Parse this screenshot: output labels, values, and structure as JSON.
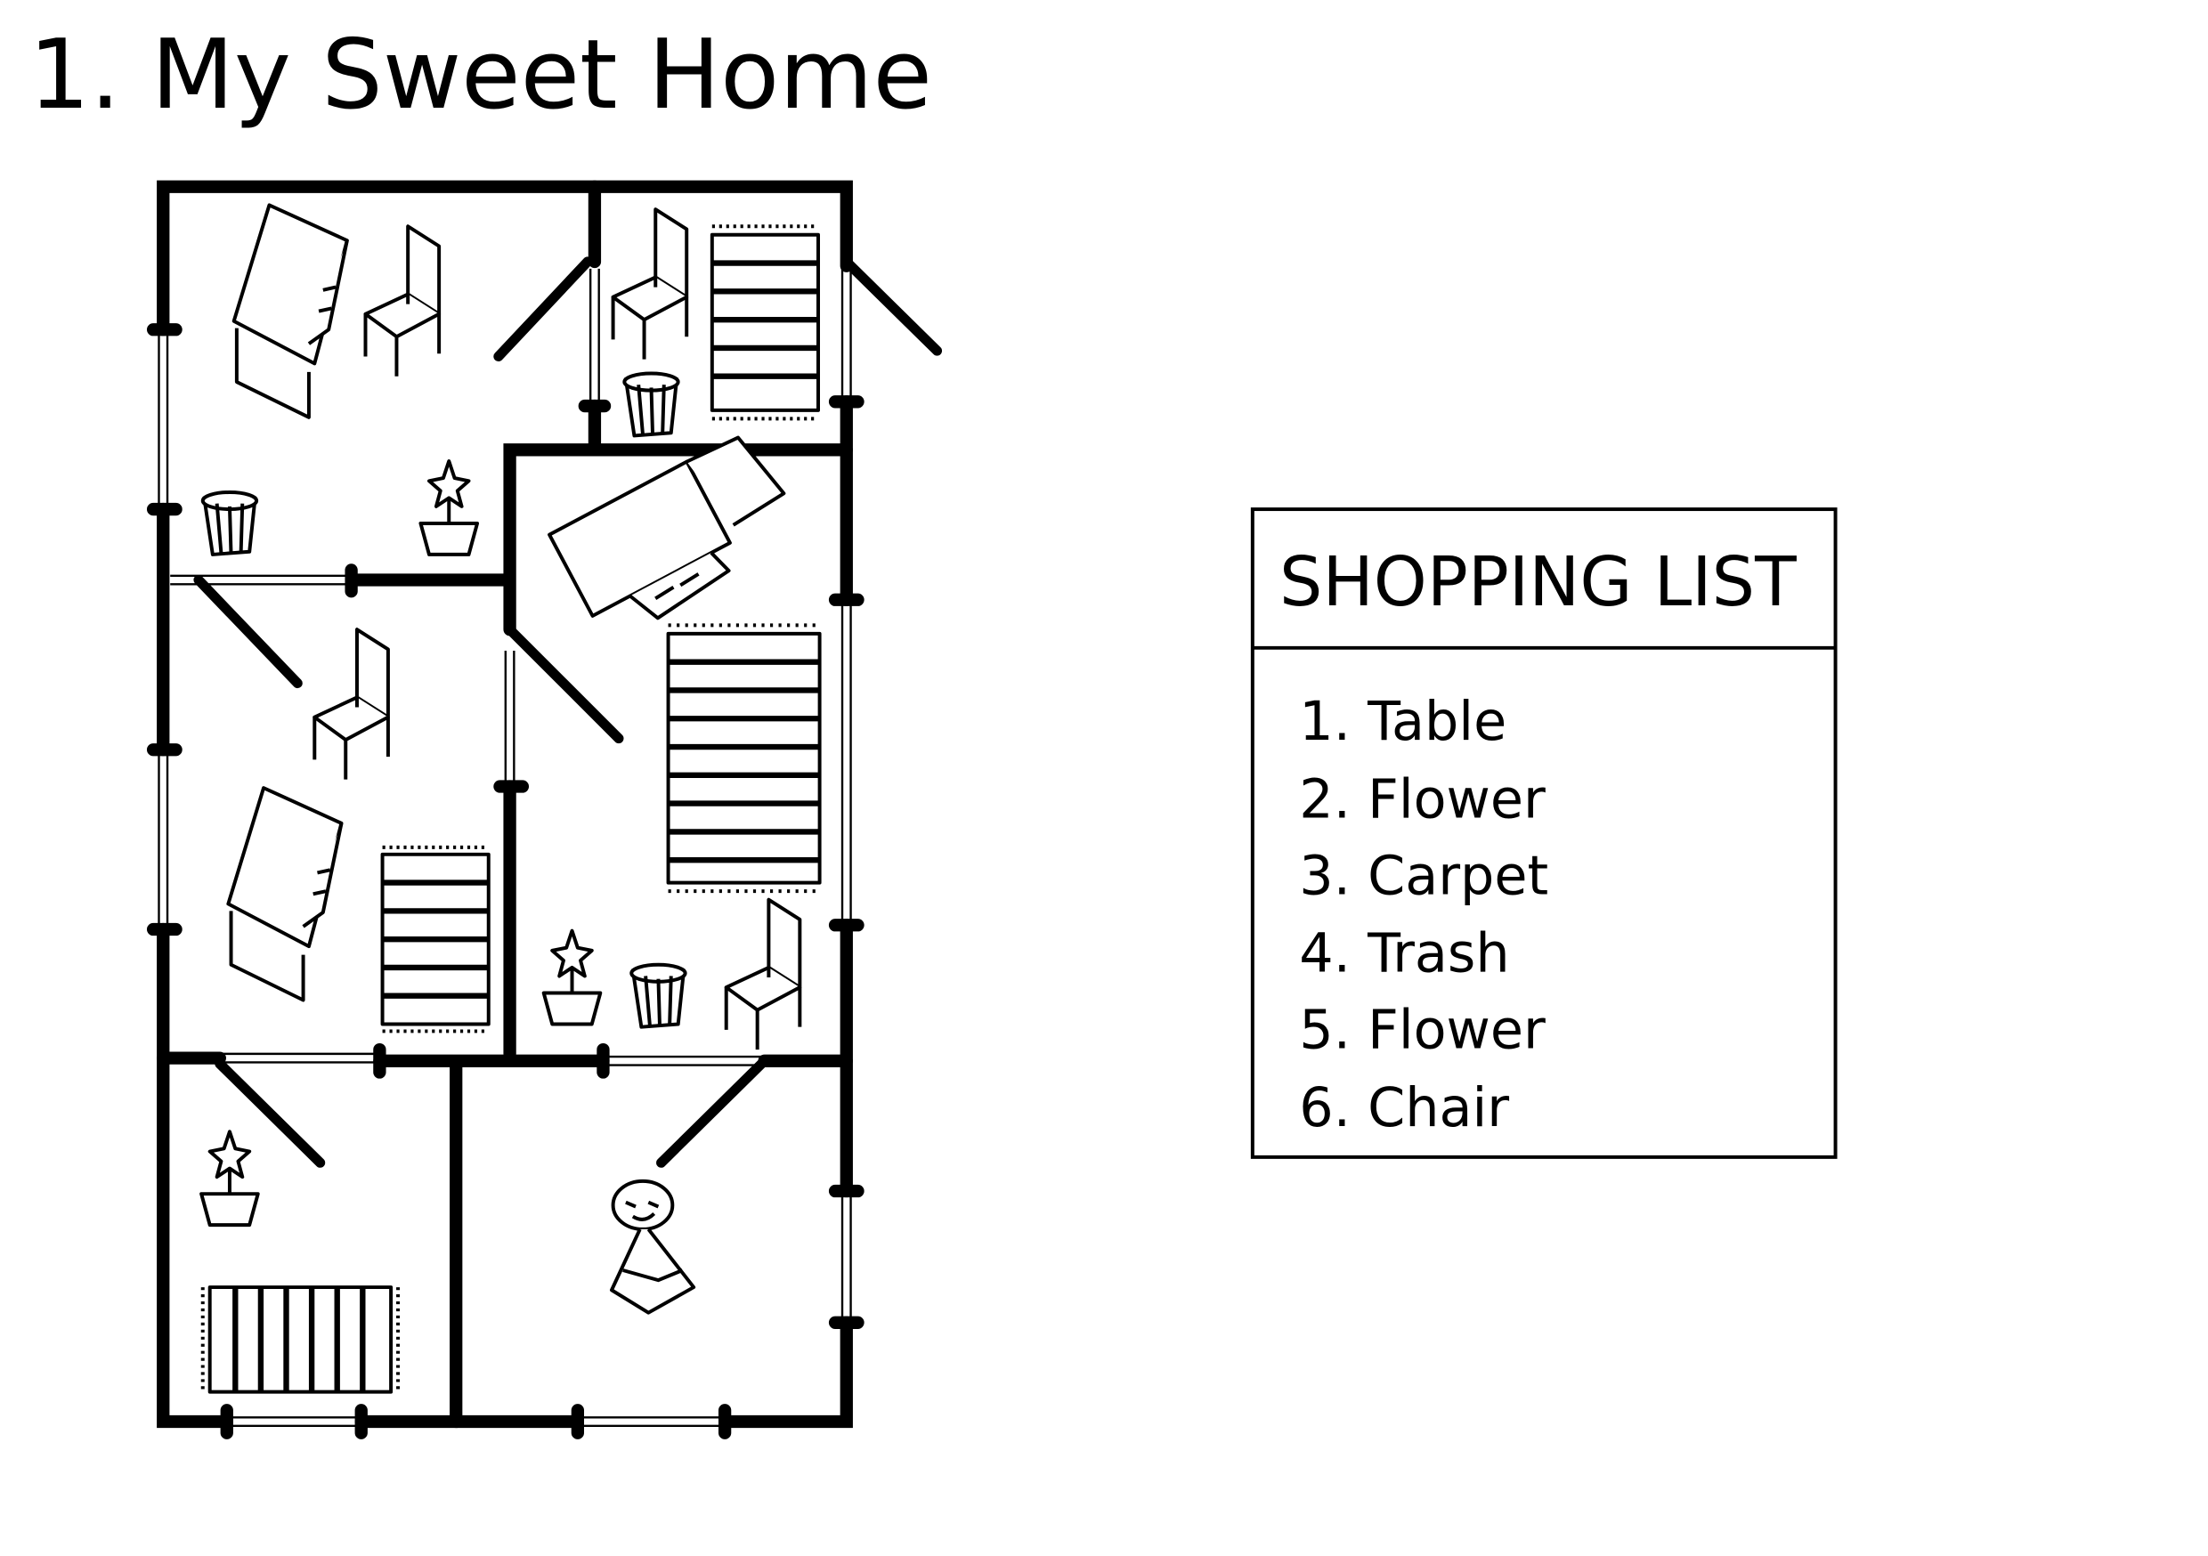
{
  "title": "1. My Sweet Home",
  "shopping_list": {
    "heading": "SHOPPING LIST",
    "items": [
      "1. Table",
      "2. Flower",
      "3. Carpet",
      "4. Trash",
      "5. Flower",
      "6. Chair"
    ]
  }
}
